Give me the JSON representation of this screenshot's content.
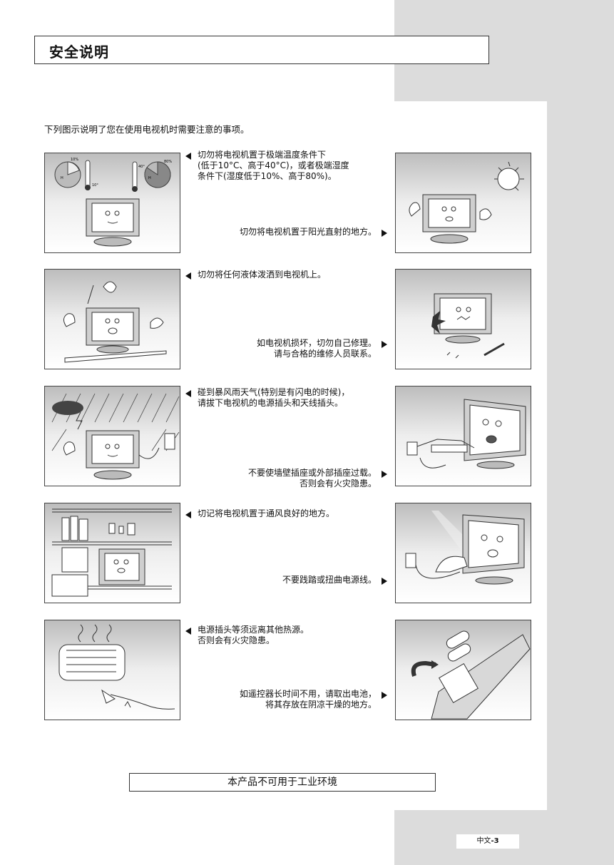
{
  "header": {
    "title": "安全说明"
  },
  "intro": "下列图示说明了您在使用电视机时需要注意的事项。",
  "rows": [
    {
      "left_text": [
        "切勿将电视机置于极端温度条件下",
        "(低于10°C、高于40°C)，或者极端湿度",
        "条件下(湿度低于10%、高于80%)。"
      ],
      "right_text": [
        "切勿将电视机置于阳光直射的地方。"
      ],
      "left_labels": [
        "10%",
        "H",
        "10°",
        "40°",
        "80%",
        "H"
      ]
    },
    {
      "left_text": [
        "切勿将任何液体泼洒到电视机上。"
      ],
      "right_text": [
        "如电视机损坏，切勿自己修理。",
        "请与合格的维修人员联系。"
      ]
    },
    {
      "left_text": [
        "碰到暴风雨天气(特别是有闪电的时候)，",
        "请拔下电视机的电源插头和天线插头。"
      ],
      "right_text": [
        "不要使墙壁插座或外部插座过载。",
        "否则会有火灾隐患。"
      ]
    },
    {
      "left_text": [
        "切记将电视机置于通风良好的地方。"
      ],
      "right_text": [
        "不要践踏或扭曲电源线。"
      ]
    },
    {
      "left_text": [
        "电源插头等须远离其他热源。",
        "否则会有火灾隐患。"
      ],
      "right_text": [
        "如遥控器长时间不用，请取出电池，",
        "将其存放在阴凉干燥的地方。"
      ]
    }
  ],
  "footer": {
    "notice": "本产品不可用于工业环境"
  },
  "page": {
    "lang": "中文",
    "num": "-3"
  }
}
